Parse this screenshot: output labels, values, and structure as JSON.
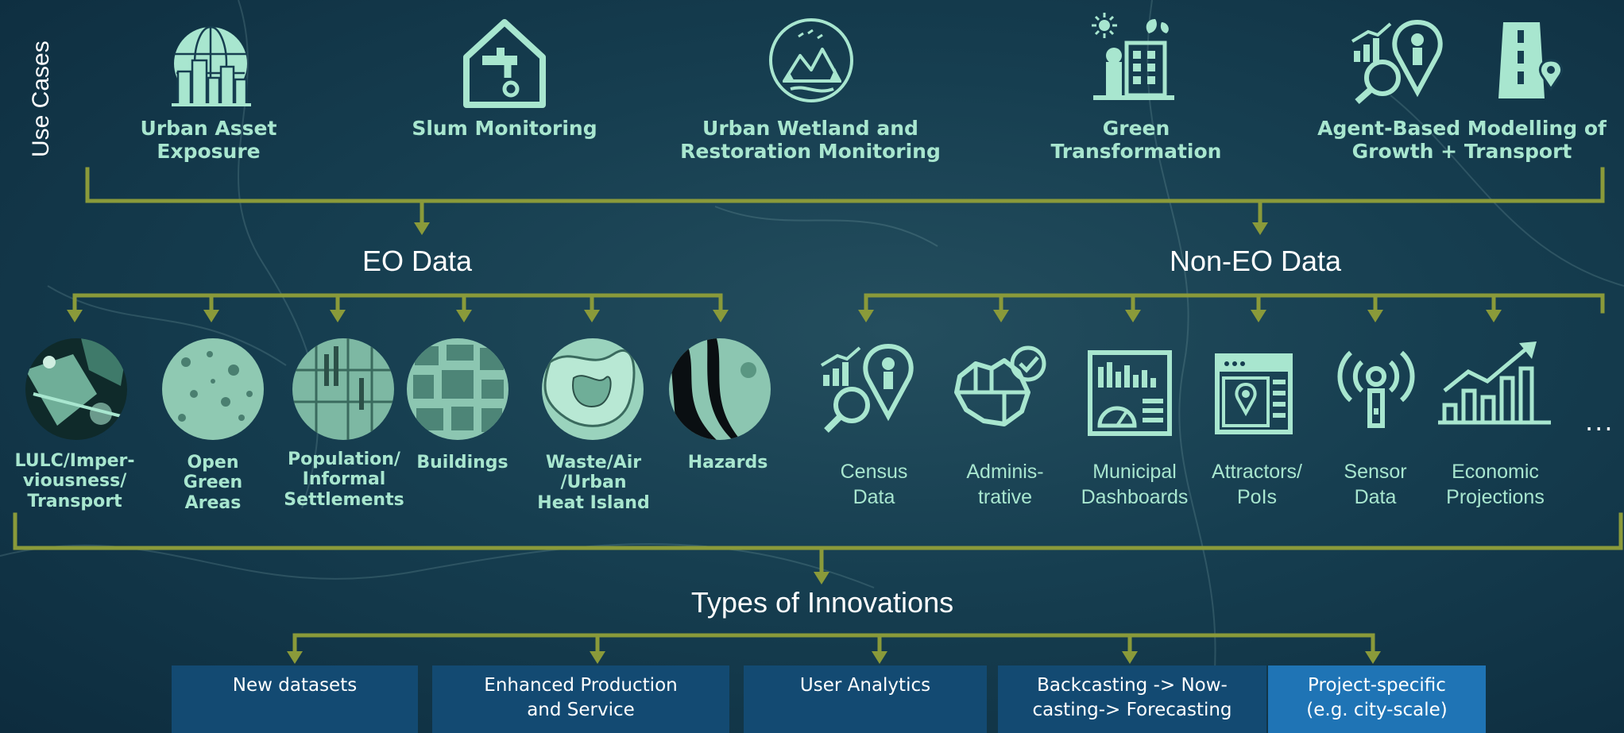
{
  "side_title": "Use Cases",
  "use_cases": [
    {
      "label": "Urban Asset\nExposure",
      "icon": "globe-city-icon"
    },
    {
      "label": "Slum Monitoring",
      "icon": "house-faucet-icon"
    },
    {
      "label": "Urban Wetland and\nRestoration Monitoring",
      "icon": "wetland-mountains-icon"
    },
    {
      "label": "Green\nTransformation",
      "icon": "green-building-icon"
    },
    {
      "label": "Agent-Based Modelling of\nGrowth + Transport",
      "icon": "analytics-road-icon"
    }
  ],
  "eo_title": "EO Data",
  "non_eo_title": "Non-EO Data",
  "eo_data": [
    {
      "label": "LULC/Imper-\nviousness/\nTransport",
      "icon": "lulc-satellite-image"
    },
    {
      "label": "Open\nGreen\nAreas",
      "icon": "green-areas-satellite-image"
    },
    {
      "label": "Population/\nInformal\nSettlements",
      "icon": "settlements-satellite-image"
    },
    {
      "label": "Buildings",
      "icon": "buildings-satellite-image"
    },
    {
      "label": "Waste/Air\n/Urban\nHeat Island",
      "icon": "heat-island-satellite-image"
    },
    {
      "label": "Hazards",
      "icon": "hazards-satellite-image"
    }
  ],
  "non_eo_data": [
    {
      "label": "Census\nData",
      "icon": "census-analytics-icon"
    },
    {
      "label": "Adminis-\ntrative",
      "icon": "admin-map-check-icon"
    },
    {
      "label": "Municipal\nDashboards",
      "icon": "dashboard-icon"
    },
    {
      "label": "Attractors/\nPoIs",
      "icon": "poi-browser-icon"
    },
    {
      "label": "Sensor\nData",
      "icon": "sensor-antenna-icon"
    },
    {
      "label": "Economic\nProjections",
      "icon": "growth-chart-icon"
    }
  ],
  "more_indicator": "...",
  "innovations_title": "Types of Innovations",
  "innovations": [
    {
      "label": "New datasets",
      "highlight": false
    },
    {
      "label": "Enhanced Production\nand Service",
      "highlight": false
    },
    {
      "label": "User Analytics",
      "highlight": false
    },
    {
      "label": "Backcasting -> Now-\ncasting-> Forecasting",
      "highlight": false
    },
    {
      "label": "Project-specific\n(e.g. city-scale)",
      "highlight": true
    }
  ],
  "colors": {
    "connector": "#8a9a3a",
    "icon": "#a8e6cf",
    "box": "#134a72",
    "box_highlight": "#1f74b5",
    "background": "#163e50"
  }
}
